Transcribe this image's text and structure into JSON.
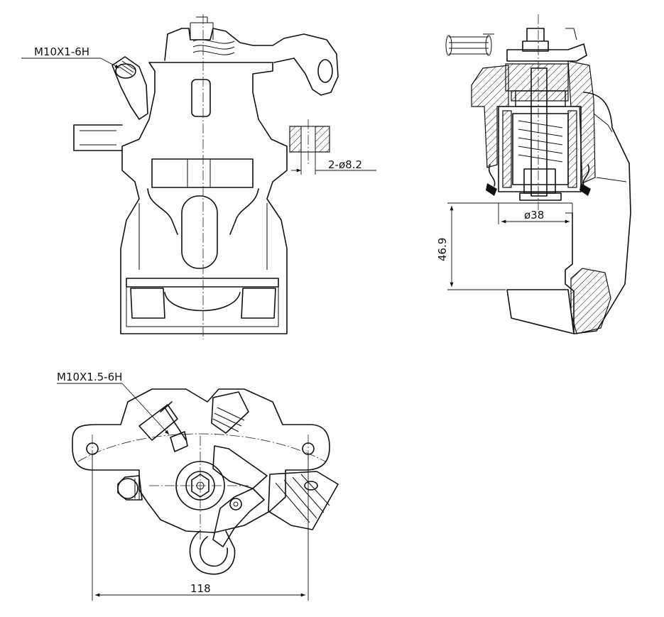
{
  "labels": {
    "thread_top": "M10X1-6H",
    "hole_dim": "2-ø8.2",
    "piston_dia": "ø38",
    "height_dim": "46.9",
    "thread_bottom": "M10X1.5-6H",
    "width_dim": "118"
  },
  "colors": {
    "line": "#111111",
    "background": "#ffffff"
  }
}
